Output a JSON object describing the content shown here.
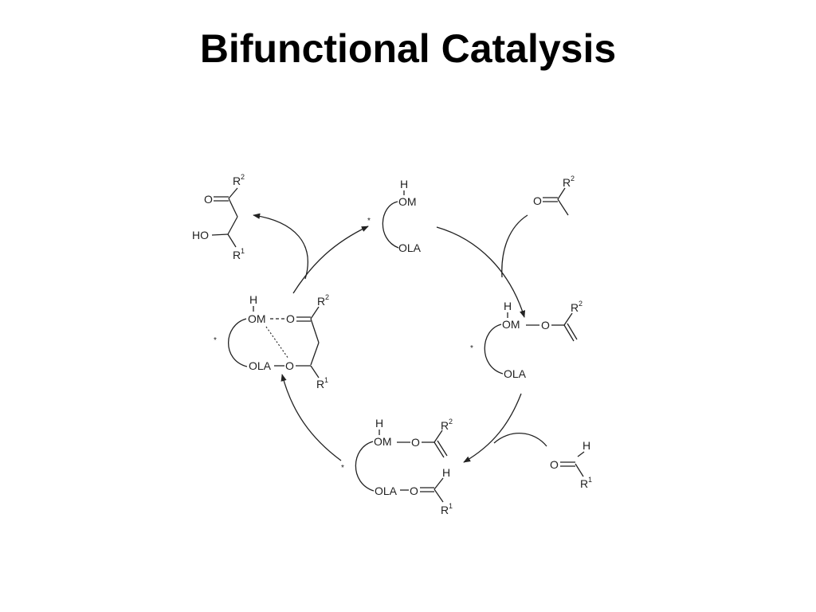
{
  "title": "Bifunctional Catalysis",
  "labels": {
    "R": "R",
    "sup1": "1",
    "sup2": "2",
    "O": "O",
    "H": "H",
    "HO": "HO",
    "OM": "OM",
    "OLA": "OLA",
    "asterisk": "*"
  }
}
